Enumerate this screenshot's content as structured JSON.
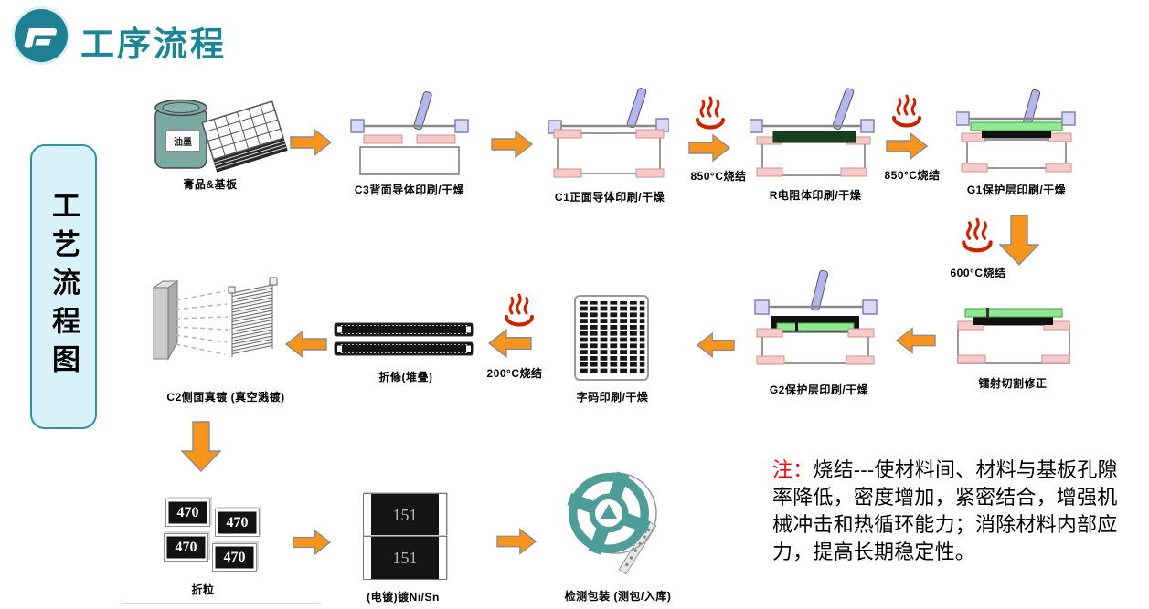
{
  "header": {
    "title": "工序流程",
    "logo": "F-monogram"
  },
  "sidebar": {
    "label": "工艺流程图"
  },
  "steps": {
    "s1": {
      "label": "膏品&基板",
      "jar_text": "油墨"
    },
    "s2": {
      "label": "C3背面导体印刷/干燥"
    },
    "s3": {
      "label": "C1正面导体印刷/干燥"
    },
    "s4": {
      "label": "R电阻体印刷/干燥"
    },
    "s5": {
      "label": "G1保护层印刷/干燥"
    },
    "s6": {
      "label": "镭射切割修正"
    },
    "s7": {
      "label": "G2保护层印刷/干燥"
    },
    "s8": {
      "label": "字码印刷/干燥"
    },
    "s9": {
      "label": "折條(堆叠)"
    },
    "s10": {
      "label": "C2侧面真镀 (真空溅镀)"
    },
    "s11": {
      "label": "折粒",
      "chip_text": "470"
    },
    "s12": {
      "label": "(电镀)镀Ni/Sn",
      "chip_text": "151"
    },
    "s13": {
      "label": "检测包装 (测包/入库)"
    }
  },
  "sinter": {
    "a": "850°C烧结",
    "b": "850°C烧结",
    "c": "600°C烧结",
    "d": "200°C烧结"
  },
  "note": {
    "prefix": "注：",
    "body": "烧结---使材料间、材料与基板孔隙率降低，密度增加，紧密结合，增强机械冲击和热循环能力；消除材料内部应力，提高长期稳定性。"
  },
  "colors": {
    "accent_teal": "#1B8495",
    "sidebar_fill": "#D9F1F8",
    "arrow_orange": "#F7941D",
    "flame_red": "#CC2200",
    "reel_teal": "#4F9D99",
    "note_red": "#FF0000"
  }
}
